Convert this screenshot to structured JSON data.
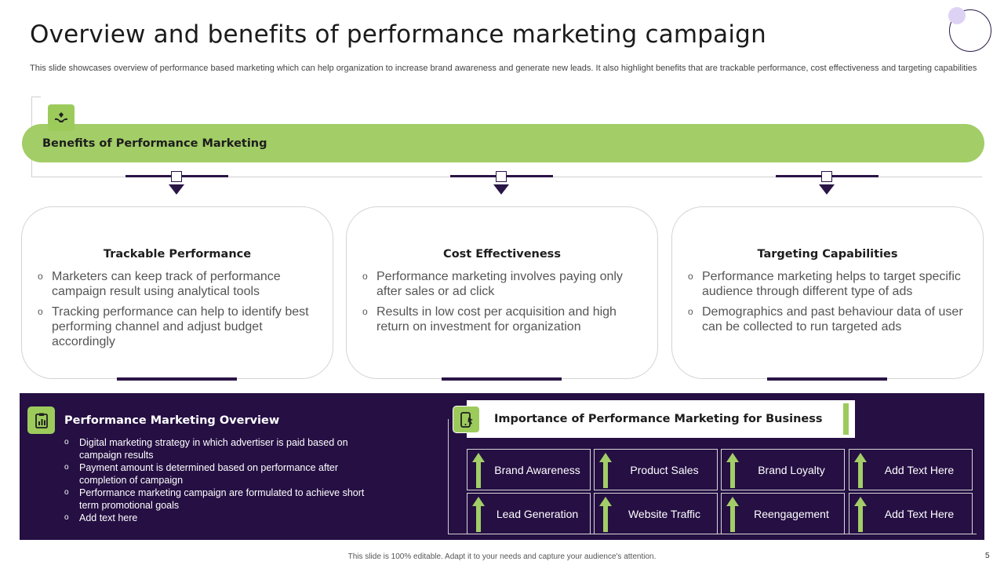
{
  "header": {
    "title": "Overview and benefits of performance marketing campaign",
    "subtitle": "This slide showcases overview of performance based marketing which can help organization to increase brand awareness and generate new leads. It also highlight benefits that are trackable performance, cost effectiveness and targeting capabilities"
  },
  "benefits": {
    "bar_label": "Benefits of Performance Marketing",
    "icon": "hand-heart-icon",
    "cards": [
      {
        "title": "Trackable Performance",
        "points": [
          "Marketers can keep track of performance campaign result using analytical tools",
          "Tracking performance can help to identify best performing channel and adjust budget accordingly"
        ]
      },
      {
        "title": "Cost Effectiveness",
        "points": [
          "Performance marketing involves paying only after sales or ad click",
          "Results in low cost per acquisition and high return on investment for organization"
        ]
      },
      {
        "title": "Targeting Capabilities",
        "points": [
          "Performance marketing helps to target specific audience through different type of ads",
          "Demographics and past behaviour data of user can be collected to run targeted ads"
        ]
      }
    ]
  },
  "overview": {
    "title": "Performance Marketing Overview",
    "icon": "clipboard-chart-icon",
    "points": [
      "Digital marketing strategy in which advertiser is paid based on campaign results",
      "Payment amount is determined based on performance after completion of campaign",
      "Performance marketing campaign are formulated to achieve short term promotional goals",
      "Add text here"
    ]
  },
  "importance": {
    "title": "Importance of Performance Marketing for Business",
    "icon": "phone-click-icon",
    "tiles": [
      "Brand Awareness",
      "Product Sales",
      "Brand Loyalty",
      "Add Text Here",
      "Lead Generation",
      "Website Traffic",
      "Reengagement",
      "Add Text Here"
    ]
  },
  "footer": {
    "note": "This slide is 100% editable. Adapt it to your needs and capture your audience's attention.",
    "page_number": "5"
  },
  "colors": {
    "accent_green": "#a2cd67",
    "dark_purple": "#250f43",
    "lavender": "#ddd2f4"
  }
}
